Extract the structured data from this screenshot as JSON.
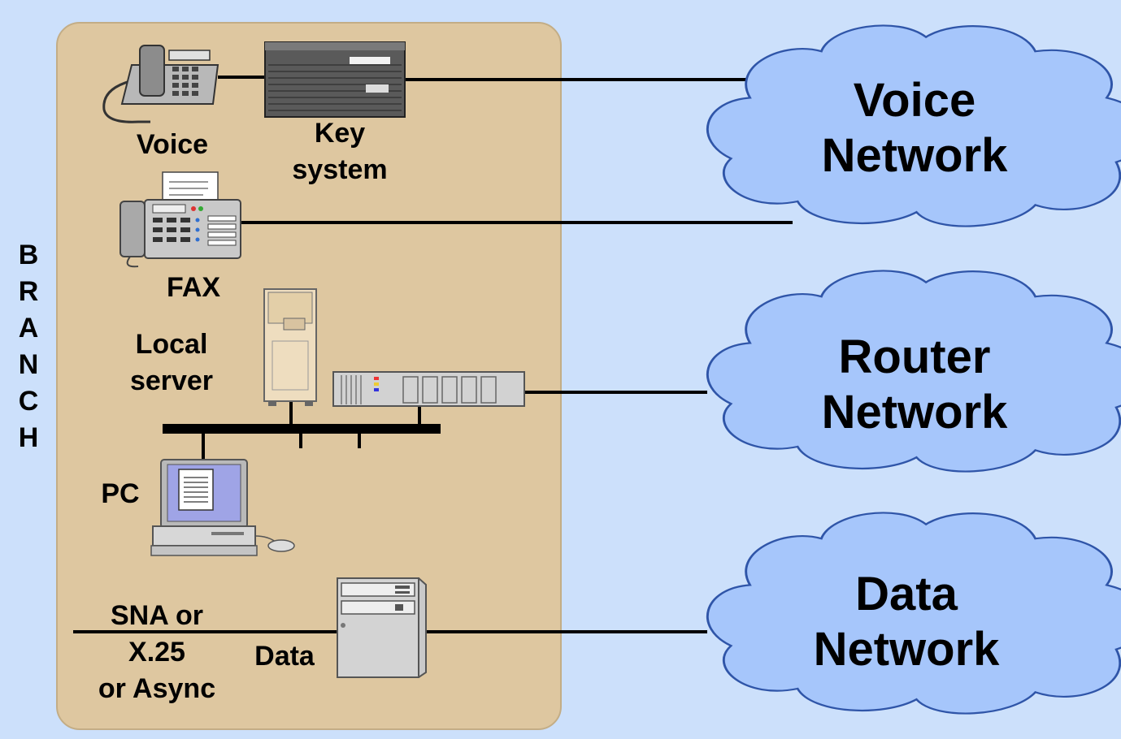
{
  "colors": {
    "background": "#cce0fb",
    "branch_box": "#dec7a0",
    "cloud_fill": "#a6c6fb",
    "cloud_stroke": "#2f55a8",
    "line": "#000000"
  },
  "branch": {
    "letters": [
      "B",
      "R",
      "A",
      "N",
      "C",
      "H"
    ]
  },
  "devices": {
    "voice": "Voice",
    "key_system": "Key\nsystem",
    "fax": "FAX",
    "local_server": "Local\nserver",
    "pc": "PC",
    "sna": "SNA or\nX.25\nor Async",
    "data": "Data"
  },
  "clouds": {
    "voice_network": "Voice\nNetwork",
    "router_network": "Router\nNetwork",
    "data_network": "Data\nNetwork"
  },
  "icons": [
    "telephone-icon",
    "key-system-icon",
    "fax-icon",
    "server-tower-icon",
    "router-icon",
    "pc-icon",
    "data-server-icon",
    "cloud-icon"
  ]
}
